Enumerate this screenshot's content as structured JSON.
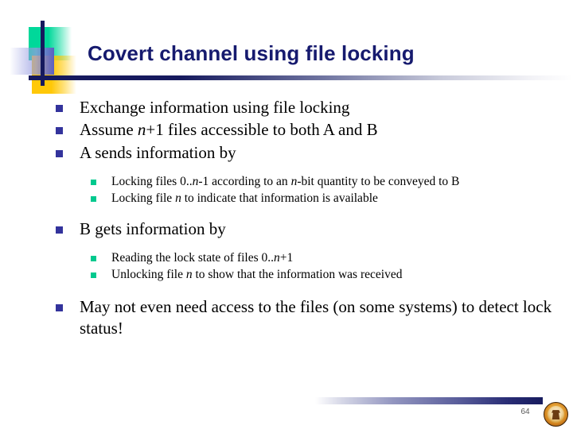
{
  "slide": {
    "title": "Covert channel using file locking",
    "bullets": [
      {
        "level": 1,
        "text": "Exchange information using file locking"
      },
      {
        "level": 1,
        "text_pre": "Assume ",
        "var": "n",
        "text_post": "+1 files accessible to both A and B"
      },
      {
        "level": 1,
        "text": "A sends information by"
      },
      {
        "level": 2,
        "text_pre": "Locking files 0..",
        "var": "n",
        "text_mid": "-1 according to an ",
        "var2": "n",
        "text_post": "-bit quantity to be conveyed to B"
      },
      {
        "level": 2,
        "text_pre": "Locking file ",
        "var": "n",
        "text_post": " to indicate that information is available"
      },
      {
        "level": 1,
        "text": "B gets information by"
      },
      {
        "level": 2,
        "text_pre": "Reading the lock state of files 0..",
        "var": "n",
        "text_post": "+1"
      },
      {
        "level": 2,
        "text_pre": "Unlocking file ",
        "var": "n",
        "text_post": " to show that the information was received"
      },
      {
        "level": 1,
        "text": "May not even need access to the files (on some systems) to detect lock status!"
      }
    ]
  },
  "footer": {
    "page_number": "64",
    "seal_name": "university-seal"
  },
  "decor": {
    "teal": "#00d89a",
    "gold": "#ffc808",
    "periwinkle": "#5a5fc0",
    "navy": "#161a5e",
    "title_color": "#161a6e",
    "bullet_l1_color": "#33339c",
    "bullet_l2_color": "#00c98e"
  }
}
